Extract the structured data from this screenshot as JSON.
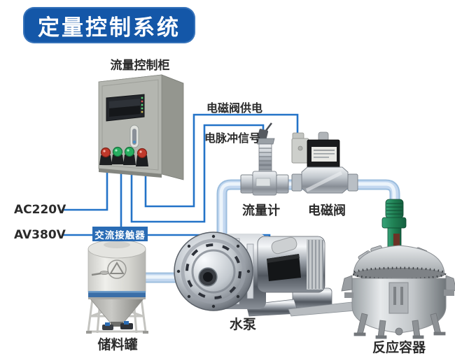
{
  "banner": {
    "title": "定量控制系统"
  },
  "labels": {
    "cabinet": "流量控制柜",
    "solenoid_power_wire": "电磁阀供电",
    "pulse_signal_wire": "电脉冲信号",
    "flow_meter": "流量计",
    "solenoid_valve": "电磁阀",
    "power_ac220v": "AC220V",
    "power_av380v": "AV380V",
    "contactor": "交流接触器",
    "pump": "水泵",
    "storage_tank": "储料罐",
    "reactor": "反应容器"
  },
  "colors": {
    "banner_bg": "#1457a8",
    "wire_blue": "#2373c8",
    "pipe_blue": "#c3d8f0",
    "contactor_bg": "#2a6cb5",
    "label_text": "#2b2b2b"
  }
}
